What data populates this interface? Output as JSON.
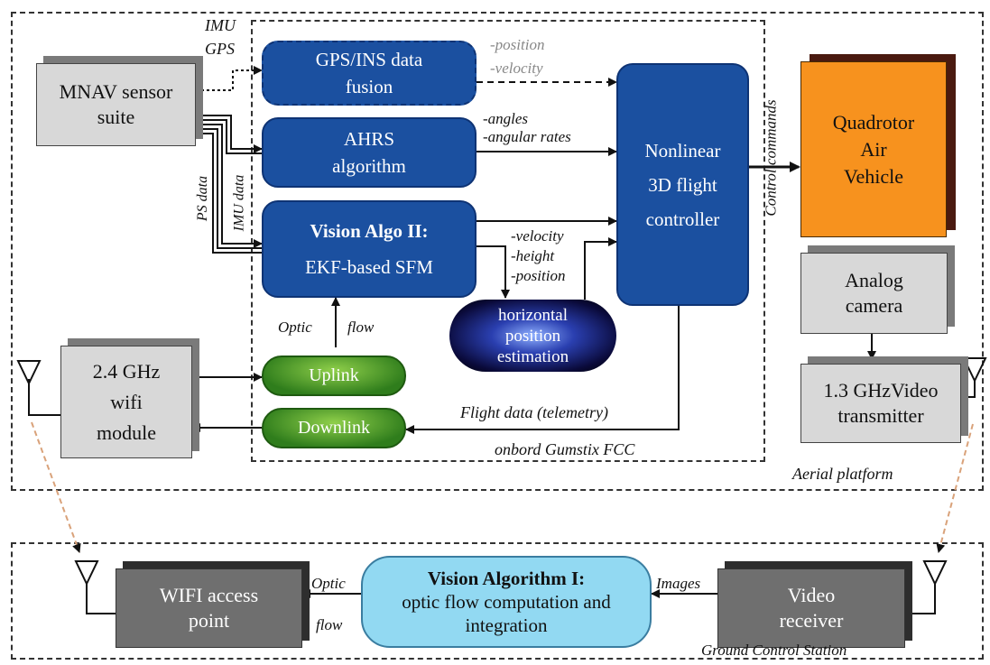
{
  "blocks": {
    "mnav": "MNAV sensor suite",
    "gps_ins": "GPS/INS data fusion",
    "ahrs": "AHRS algorithm",
    "vision2_title": "Vision Algo II:",
    "vision2_sub": "EKF-based SFM",
    "hpe": "horizontal position estimation",
    "controller": "Nonlinear 3D flight controller",
    "quadrotor": "Quadrotor Air Vehicle",
    "analog_camera": "Analog camera",
    "video_tx": "1.3 GHzVideo transmitter",
    "wifi_module": "2.4 GHz wifi module",
    "uplink": "Uplink",
    "downlink": "Downlink",
    "wifi_ap": "WIFI access point",
    "vision1_title": "Vision Algorithm I:",
    "vision1_sub": "optic flow computation and integration",
    "video_receiver": "Video receiver"
  },
  "labels": {
    "imu": "IMU",
    "gps": "GPS",
    "ps_data": "PS data",
    "imu_data": "IMU data",
    "position": "-position",
    "velocity": "-velocity",
    "angles": "-angles",
    "angular_rates": "-angular rates",
    "velocity2": "-velocity",
    "height": "-height",
    "position2": "-position",
    "optic": "Optic",
    "flow": "flow",
    "flight_data": "Flight data (telemetry)",
    "onboard": "onbord Gumstix FCC",
    "aerial": "Aerial platform",
    "control_commands": "Control commands",
    "optic_flow_gcs_1": "Optic",
    "optic_flow_gcs_2": "flow",
    "images": "Images",
    "gcs": "Ground Control Station"
  },
  "colors": {
    "blue_block": "#1b50a0",
    "orange_block": "#f7921e",
    "light_blue_block": "#92d9f2",
    "green_block": "#3c8f24"
  }
}
